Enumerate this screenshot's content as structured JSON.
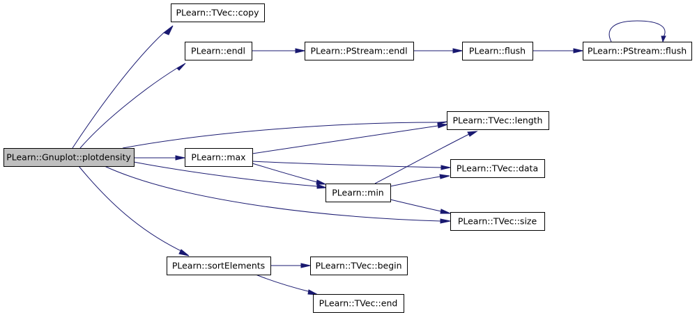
{
  "colors": {
    "edge": "#191970",
    "node_fill": "#ffffff",
    "root_fill": "#bfbfbf",
    "node_border": "#000000"
  },
  "nodes": [
    {
      "id": "plotdensity",
      "label": "PLearn::Gnuplot::plotdensity",
      "root": true
    },
    {
      "id": "tvec_copy",
      "label": "PLearn::TVec::copy"
    },
    {
      "id": "endl",
      "label": "PLearn::endl"
    },
    {
      "id": "pstream_endl",
      "label": "PLearn::PStream::endl"
    },
    {
      "id": "flush",
      "label": "PLearn::flush"
    },
    {
      "id": "pstream_flush",
      "label": "PLearn::PStream::flush"
    },
    {
      "id": "tvec_length",
      "label": "PLearn::TVec::length"
    },
    {
      "id": "max",
      "label": "PLearn::max"
    },
    {
      "id": "tvec_data",
      "label": "PLearn::TVec::data"
    },
    {
      "id": "min",
      "label": "PLearn::min"
    },
    {
      "id": "tvec_size",
      "label": "PLearn::TVec::size"
    },
    {
      "id": "sortelements",
      "label": "PLearn::sortElements"
    },
    {
      "id": "tvec_begin",
      "label": "PLearn::TVec::begin"
    },
    {
      "id": "tvec_end",
      "label": "PLearn::TVec::end"
    }
  ],
  "edges": [
    {
      "from": "plotdensity",
      "to": "tvec_copy"
    },
    {
      "from": "plotdensity",
      "to": "endl"
    },
    {
      "from": "plotdensity",
      "to": "tvec_length"
    },
    {
      "from": "plotdensity",
      "to": "max"
    },
    {
      "from": "plotdensity",
      "to": "min"
    },
    {
      "from": "plotdensity",
      "to": "tvec_size"
    },
    {
      "from": "plotdensity",
      "to": "sortelements"
    },
    {
      "from": "endl",
      "to": "pstream_endl"
    },
    {
      "from": "pstream_endl",
      "to": "flush"
    },
    {
      "from": "flush",
      "to": "pstream_flush"
    },
    {
      "from": "pstream_flush",
      "to": "pstream_flush"
    },
    {
      "from": "max",
      "to": "tvec_length"
    },
    {
      "from": "max",
      "to": "tvec_data"
    },
    {
      "from": "max",
      "to": "min"
    },
    {
      "from": "min",
      "to": "tvec_length"
    },
    {
      "from": "min",
      "to": "tvec_data"
    },
    {
      "from": "min",
      "to": "tvec_size"
    },
    {
      "from": "sortelements",
      "to": "tvec_begin"
    },
    {
      "from": "sortelements",
      "to": "tvec_end"
    }
  ]
}
